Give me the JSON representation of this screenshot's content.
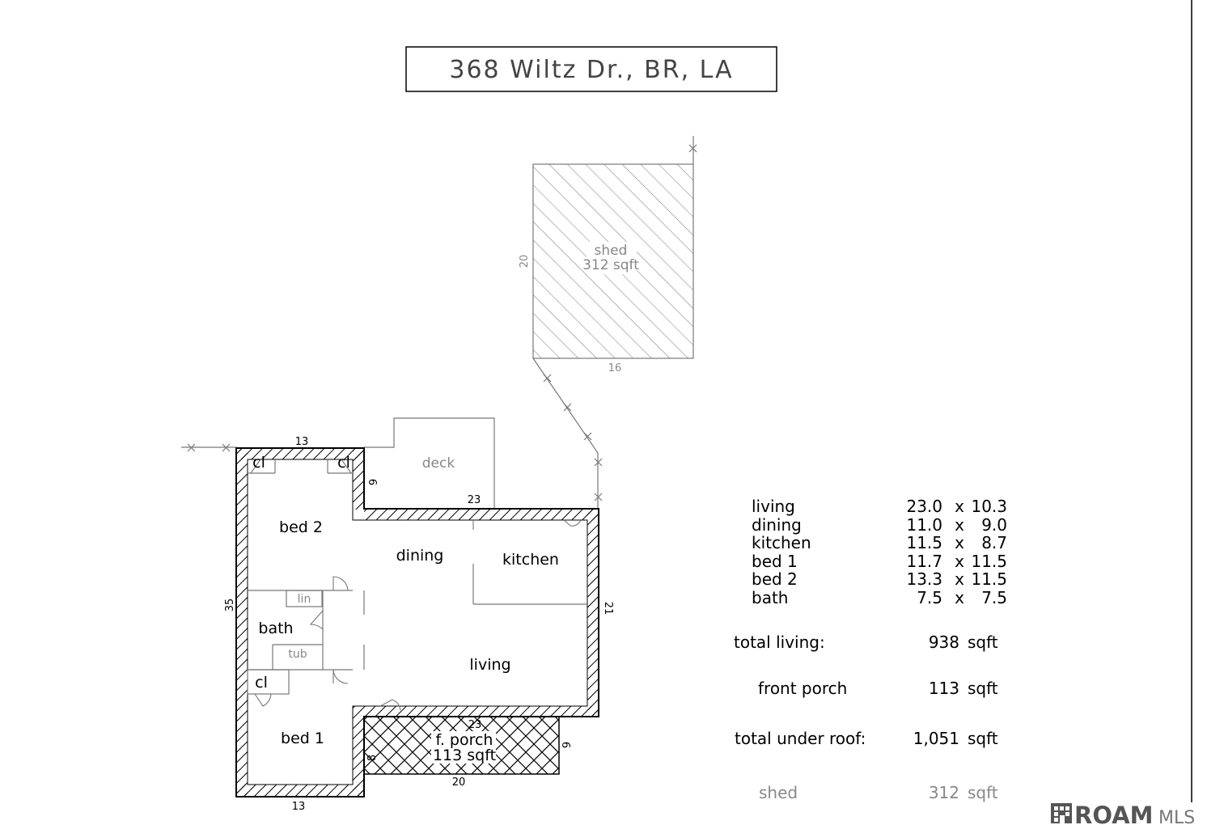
{
  "title": "368 Wiltz Dr., BR, LA",
  "rooms": {
    "bed2": "bed 2",
    "bed1": "bed 1",
    "bath": "bath",
    "dining": "dining",
    "kitchen": "kitchen",
    "living": "living",
    "closet": "cl",
    "linen": "lin",
    "tub": "tub",
    "deck": "deck",
    "shed_name": "shed",
    "shed_area": "312 sqft",
    "porch_name": "f. porch",
    "porch_area": "113 sqft"
  },
  "dimensions": {
    "house_top": "13",
    "house_bottom": "13",
    "house_left": "35",
    "house_step": "6",
    "main_top": "23",
    "main_right": "21",
    "porch_top": "23",
    "porch_bottom": "20",
    "porch_left": "8",
    "porch_right": "6",
    "shed_left": "20",
    "shed_bottom": "16"
  },
  "room_table": [
    {
      "room": "living",
      "w": "23.0",
      "x": "x",
      "l": "10.3"
    },
    {
      "room": "dining",
      "w": "11.0",
      "x": "x",
      "l": "9.0"
    },
    {
      "room": "kitchen",
      "w": "11.5",
      "x": "x",
      "l": "8.7"
    },
    {
      "room": "bed 1",
      "w": "11.7",
      "x": "x",
      "l": "11.5"
    },
    {
      "room": "bed 2",
      "w": "13.3",
      "x": "x",
      "l": "11.5"
    },
    {
      "room": "bath",
      "w": "7.5",
      "x": "x",
      "l": "7.5"
    }
  ],
  "totals": [
    {
      "label": "total living:",
      "value": "938",
      "unit": "sqft"
    },
    {
      "label": "front porch",
      "value": "113",
      "unit": "sqft"
    },
    {
      "label": "total under roof:",
      "value": "1,051",
      "unit": "sqft"
    },
    {
      "label": "shed",
      "value": "312",
      "unit": "sqft"
    }
  ],
  "logo": {
    "text_bold": "ROAM",
    "text_light": "MLS"
  },
  "colors": {
    "ink": "#000000",
    "gray": "#888888",
    "hatch": "#000000"
  }
}
